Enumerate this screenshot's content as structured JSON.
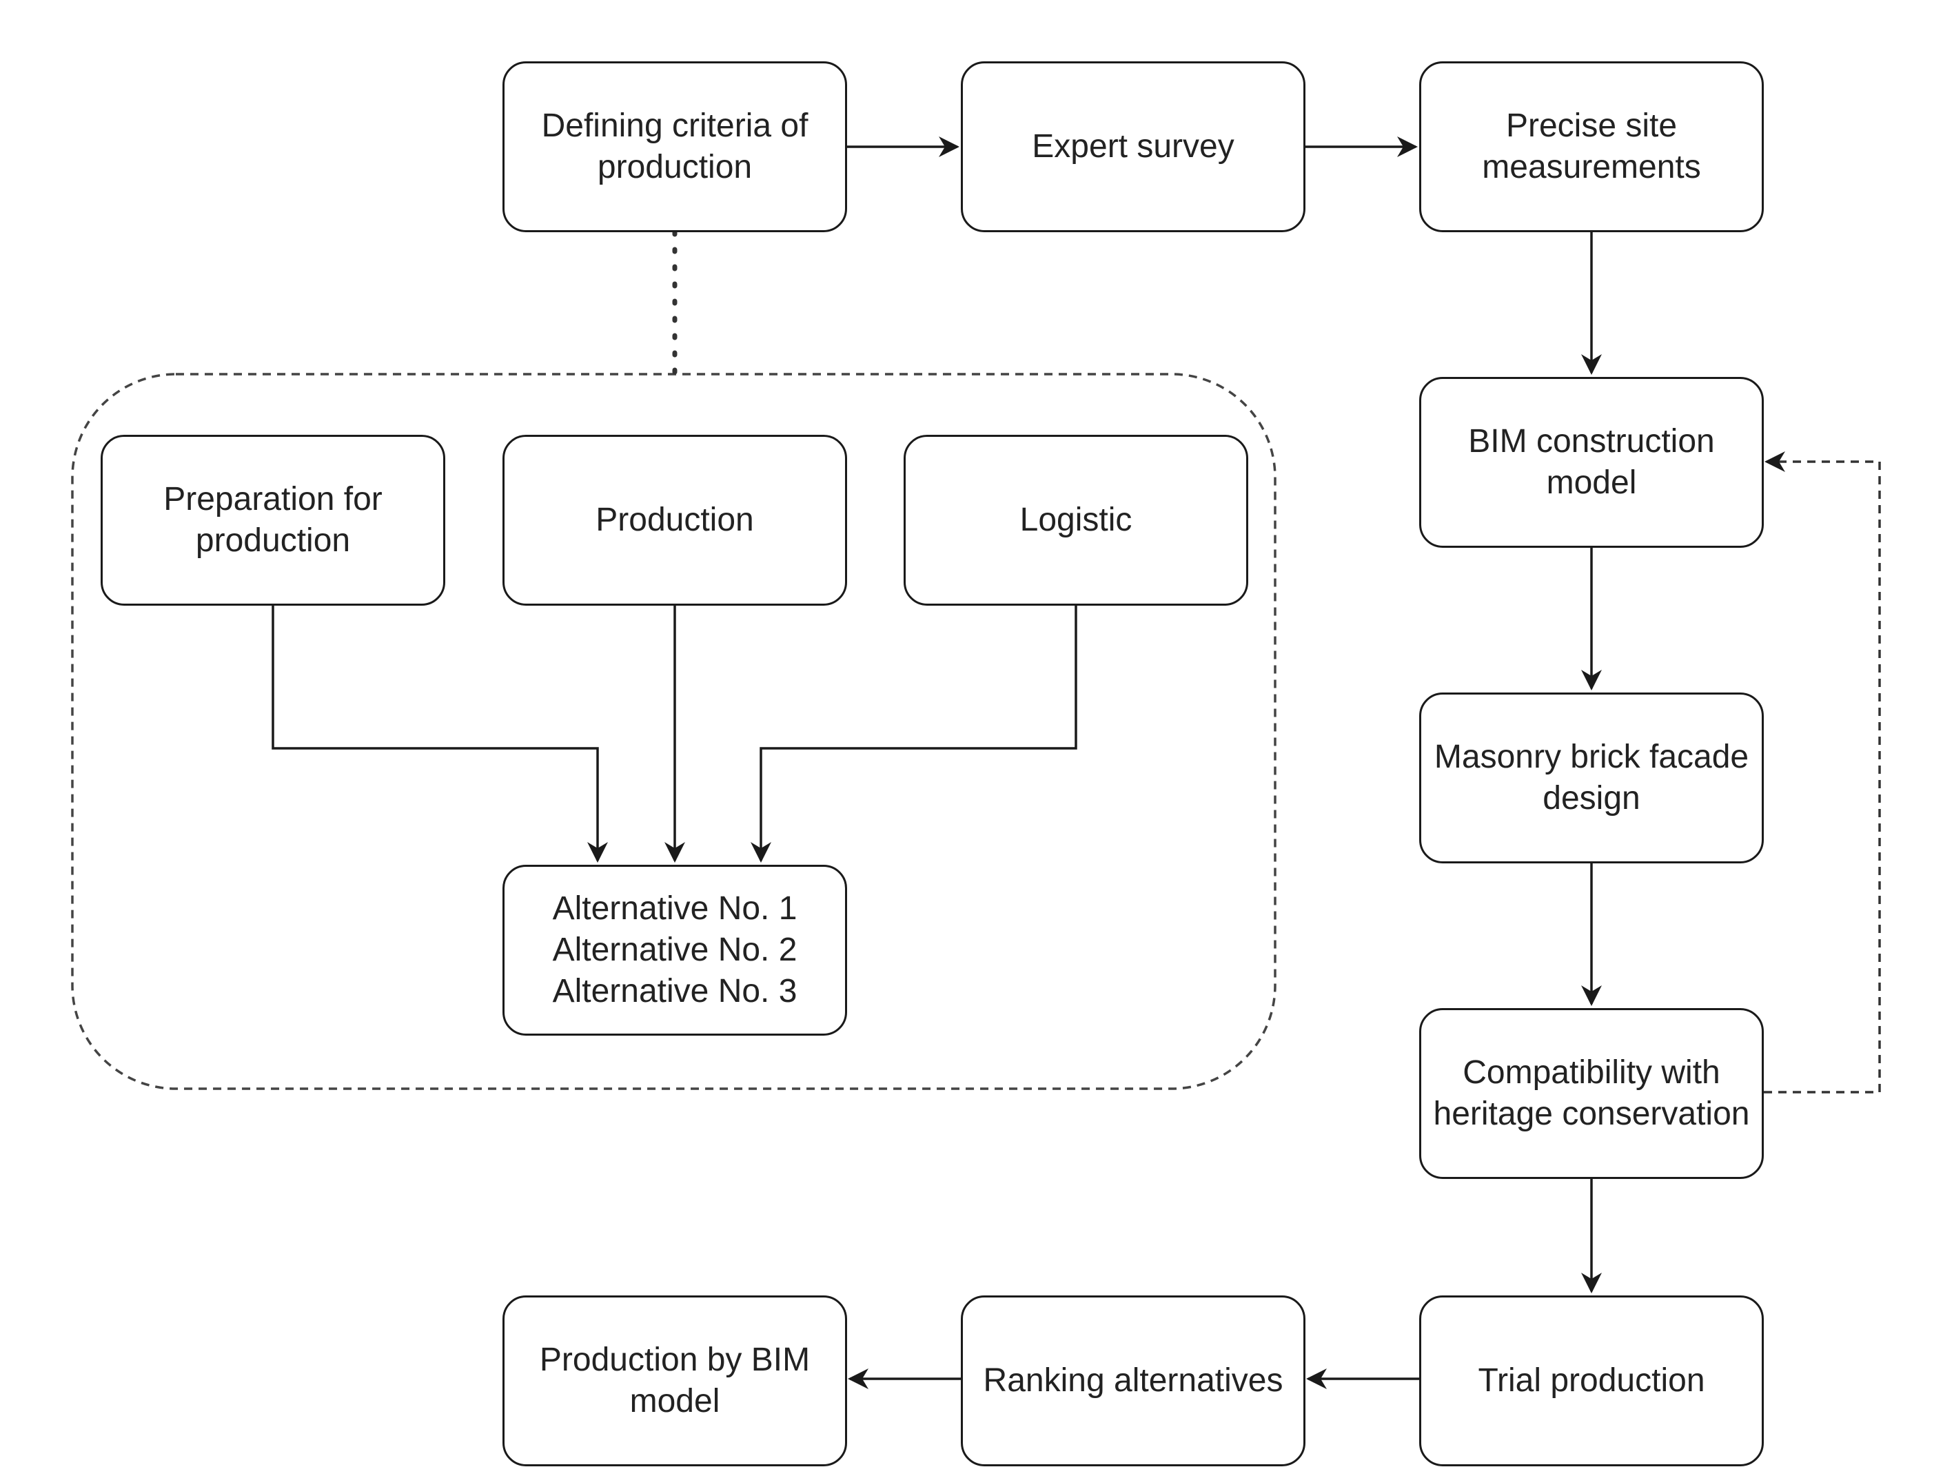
{
  "nodes": {
    "defining_criteria": {
      "lines": [
        "Defining criteria of",
        "production"
      ]
    },
    "expert_survey": {
      "lines": [
        "Expert survey"
      ]
    },
    "precise_site": {
      "lines": [
        "Precise site",
        "measurements"
      ]
    },
    "bim_construction": {
      "lines": [
        "BIM construction",
        "model"
      ]
    },
    "masonry_design": {
      "lines": [
        "Masonry brick facade",
        "design"
      ]
    },
    "compatibility": {
      "lines": [
        "Compatibility with",
        "heritage conservation"
      ]
    },
    "trial_production": {
      "lines": [
        "Trial production"
      ]
    },
    "ranking": {
      "lines": [
        "Ranking alternatives"
      ]
    },
    "production_bim": {
      "lines": [
        "Production by BIM",
        "model"
      ]
    },
    "preparation": {
      "lines": [
        "Preparation for",
        "production"
      ]
    },
    "production": {
      "lines": [
        "Production"
      ]
    },
    "logistic": {
      "lines": [
        "Logistic"
      ]
    },
    "alternatives": {
      "lines": [
        "Alternative No. 1",
        "Alternative No. 2",
        "Alternative No. 3"
      ]
    }
  },
  "edges": [
    {
      "from": "defining_criteria",
      "to": "expert_survey",
      "style": "solid"
    },
    {
      "from": "expert_survey",
      "to": "precise_site",
      "style": "solid"
    },
    {
      "from": "precise_site",
      "to": "bim_construction",
      "style": "solid"
    },
    {
      "from": "bim_construction",
      "to": "masonry_design",
      "style": "solid"
    },
    {
      "from": "masonry_design",
      "to": "compatibility",
      "style": "solid"
    },
    {
      "from": "compatibility",
      "to": "trial_production",
      "style": "solid"
    },
    {
      "from": "compatibility",
      "to": "bim_construction",
      "style": "dashed"
    },
    {
      "from": "trial_production",
      "to": "ranking",
      "style": "solid"
    },
    {
      "from": "ranking",
      "to": "production_bim",
      "style": "solid"
    },
    {
      "from": "preparation",
      "to": "alternatives",
      "style": "solid"
    },
    {
      "from": "production",
      "to": "alternatives",
      "style": "solid"
    },
    {
      "from": "logistic",
      "to": "alternatives",
      "style": "solid"
    },
    {
      "from": "defining_criteria",
      "to": "criteria_group",
      "style": "dotted"
    }
  ],
  "colors": {
    "stroke": "#1a1a1a",
    "text": "#222222",
    "dashed_stroke": "#444444",
    "background": "#ffffff"
  }
}
